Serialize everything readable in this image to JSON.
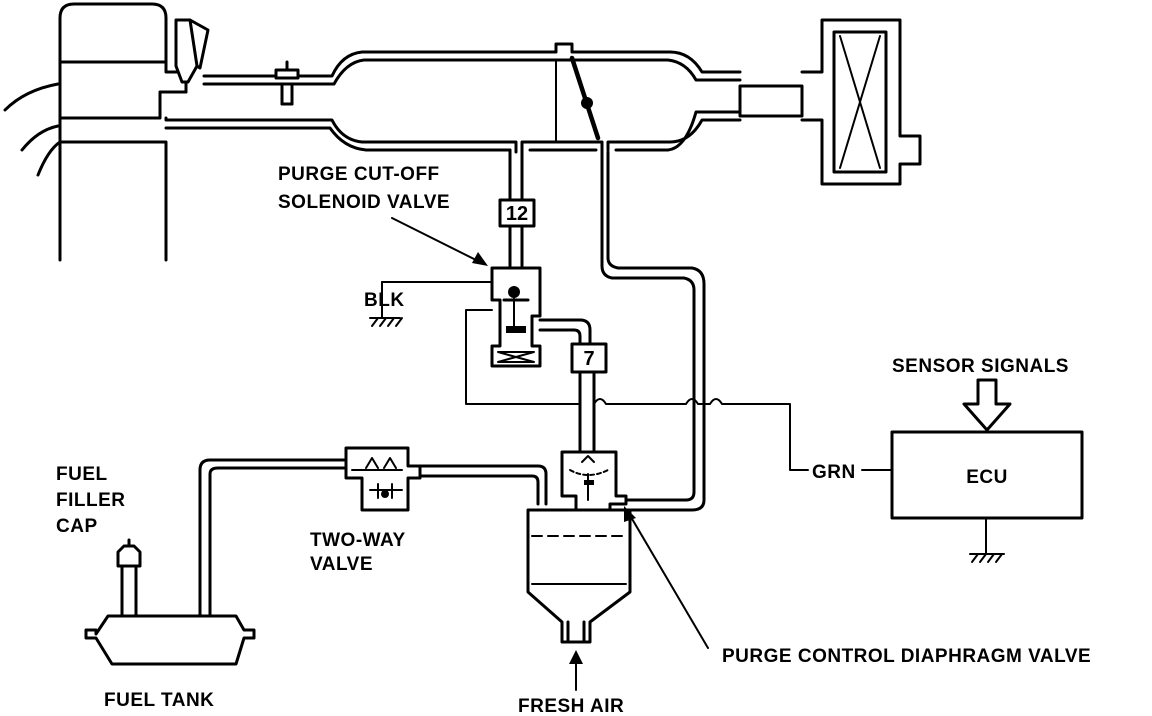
{
  "labels": {
    "purge_cutoff_line1": "PURGE CUT-OFF",
    "purge_cutoff_line2": "SOLENOID VALVE",
    "blk": "BLK",
    "sensor_signals": "SENSOR SIGNALS",
    "ecu": "ECU",
    "grn": "GRN",
    "fuel_filler_line1": "FUEL",
    "fuel_filler_line2": "FILLER",
    "fuel_filler_line3": "CAP",
    "two_way_line1": "TWO-WAY",
    "two_way_line2": "VALVE",
    "fuel_tank": "FUEL TANK",
    "fresh_air": "FRESH AIR",
    "purge_control": "PURGE CONTROL DIAPHRAGM VALVE"
  },
  "hose_numbers": {
    "upper": "12",
    "lower": "7"
  },
  "colors": {
    "line": "#000000",
    "background": "#ffffff"
  }
}
